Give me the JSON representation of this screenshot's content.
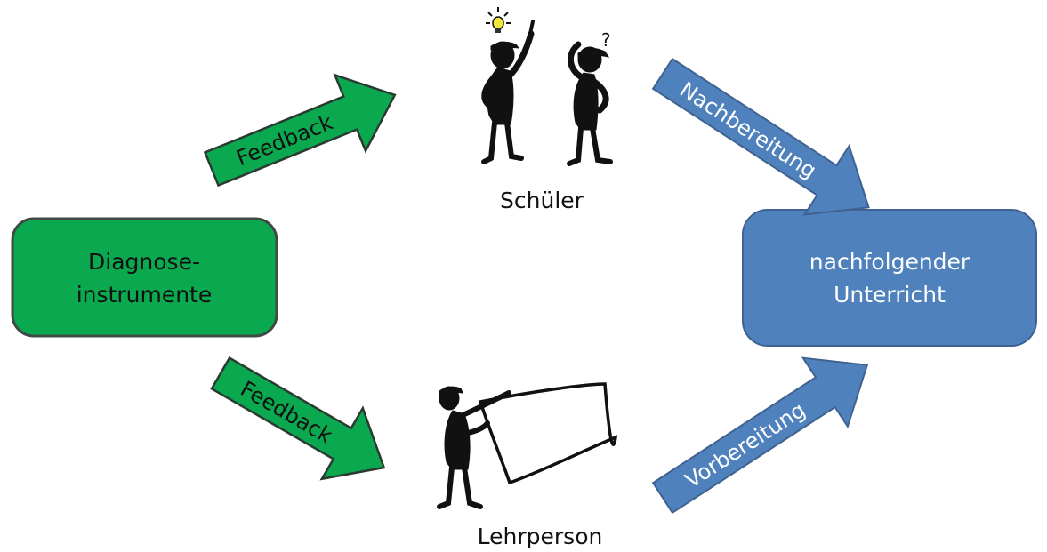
{
  "diagram": {
    "source_box": {
      "line1": "Diagnose-",
      "line2": "instrumente",
      "color": "#0aa84f",
      "border": "#3e4a43"
    },
    "target_box": {
      "line1": "nachfolgender",
      "line2": "Unterricht",
      "color": "#4f81bd",
      "border": "#3f6290"
    },
    "arrow_top": {
      "label": "Feedback",
      "color": "#0aa84f"
    },
    "arrow_bottom": {
      "label": "Feedback",
      "color": "#0aa84f"
    },
    "arrow_upper_right": {
      "label": "Nachbereitung",
      "color": "#4f81bd"
    },
    "arrow_lower_right": {
      "label": "Vorbereitung",
      "color": "#4f81bd"
    },
    "students": {
      "label": "Schüler"
    },
    "teacher": {
      "label": "Lehrperson"
    }
  }
}
